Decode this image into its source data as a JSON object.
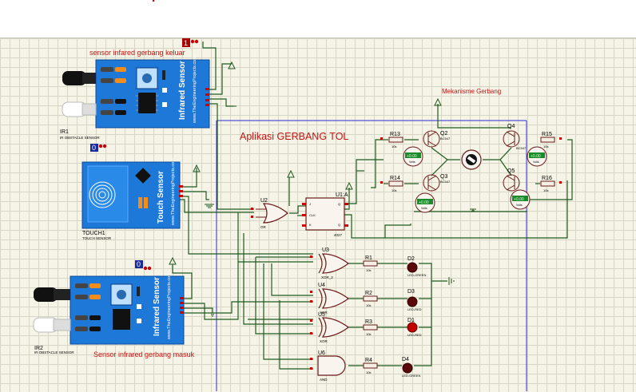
{
  "schematic": {
    "title": "Aplikasi GERBANG TOL",
    "mechanism_label": "Mekanisme Gerbang",
    "sensor_out_label": "sensor infared gerbang keluar",
    "sensor_in_label": "Sensor infrared gerbang masuk",
    "ir_module_text": "Infrared Sensor",
    "ir_site": "www.TheEngineeringProjects.com",
    "touch_module_text": "Touch Sensor",
    "touch_site": "www.TheEngineeringProjects.com",
    "ir1": {
      "ref": "IR1",
      "desc": "IR OBSTACLE SENSOR"
    },
    "ir2": {
      "ref": "IR2",
      "desc": "IR OBSTACLE SENSOR"
    },
    "touch1": {
      "ref": "TOUCH1",
      "desc": "TOUCH SENSOR"
    },
    "probe_top": "1",
    "probe_mid": "0",
    "probe_bot": "0",
    "ff": {
      "ref": "U1:A",
      "part": "4027"
    },
    "u2": {
      "ref": "U2",
      "part": "OR"
    },
    "u3": {
      "ref": "U3",
      "part": "XOR_2"
    },
    "u4": {
      "ref": "U4",
      "part": "XOR"
    },
    "u5": {
      "ref": "U5",
      "part": "XOR"
    },
    "u6": {
      "ref": "U6",
      "part": "AND"
    },
    "resistors": [
      {
        "ref": "R1",
        "val": "10k"
      },
      {
        "ref": "R2",
        "val": "10k"
      },
      {
        "ref": "R3",
        "val": "10k"
      },
      {
        "ref": "R4",
        "val": "10k"
      },
      {
        "ref": "R13",
        "val": "10k"
      },
      {
        "ref": "R14",
        "val": "10k"
      },
      {
        "ref": "R15",
        "val": "10k"
      },
      {
        "ref": "R16",
        "val": "10k"
      }
    ],
    "leds": [
      {
        "ref": "D2",
        "part": "LED-GREEN"
      },
      {
        "ref": "D3",
        "part": "LED-RED"
      },
      {
        "ref": "D1",
        "part": "LED-RED"
      },
      {
        "ref": "D4",
        "part": "LED-GREEN"
      }
    ],
    "transistors": [
      {
        "ref": "Q2",
        "part": "BC547"
      },
      {
        "ref": "Q3",
        "part": "BC547"
      },
      {
        "ref": "Q4",
        "part": "BC547"
      },
      {
        "ref": "Q5",
        "part": "BC547"
      }
    ],
    "voltmeter": "+0.00",
    "volts_unit": "Volts",
    "colors": {
      "board": "#1e78d8",
      "wire": "#1f5a20",
      "label_red": "#cc1111",
      "sheet": "#f5f4e6"
    }
  }
}
